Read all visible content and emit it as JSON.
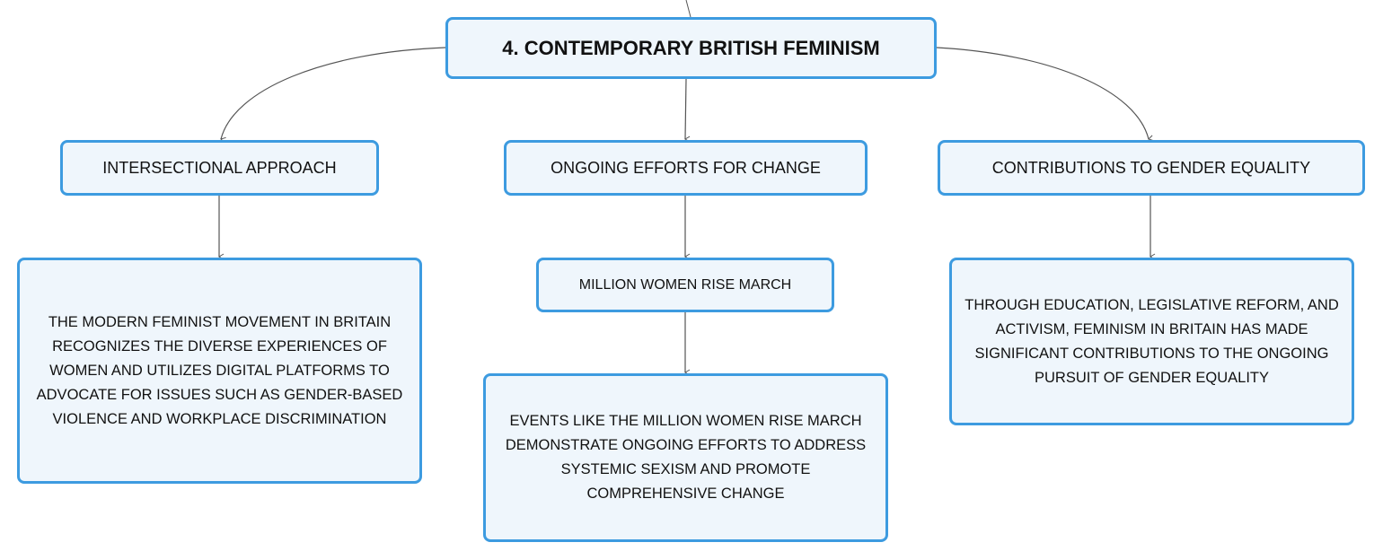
{
  "root": {
    "title": "4. CONTEMPORARY BRITISH FEMINISM"
  },
  "topics": {
    "intersectional": {
      "label": "INTERSECTIONAL APPROACH",
      "detail": "THE MODERN FEMINIST MOVEMENT IN BRITAIN RECOGNIZES THE DIVERSE EXPERIENCES OF WOMEN AND UTILIZES DIGITAL PLATFORMS TO ADVOCATE FOR ISSUES SUCH AS GENDER-BASED VIOLENCE AND WORKPLACE DISCRIMINATION"
    },
    "ongoing": {
      "label": "ONGOING EFFORTS FOR CHANGE",
      "sub_label": "MILLION WOMEN RISE MARCH",
      "detail": "EVENTS LIKE THE MILLION WOMEN RISE MARCH DEMONSTRATE ONGOING EFFORTS TO ADDRESS SYSTEMIC SEXISM AND PROMOTE COMPREHENSIVE CHANGE"
    },
    "contributions": {
      "label": "CONTRIBUTIONS TO GENDER EQUALITY",
      "detail": "THROUGH EDUCATION, LEGISLATIVE REFORM, AND ACTIVISM, FEMINISM IN BRITAIN HAS MADE SIGNIFICANT CONTRIBUTIONS TO THE ONGOING PURSUIT OF GENDER EQUALITY"
    }
  },
  "colors": {
    "node_border": "#3d9be0",
    "node_fill": "#eff6fc",
    "connector": "#555555",
    "text": "#111111"
  }
}
